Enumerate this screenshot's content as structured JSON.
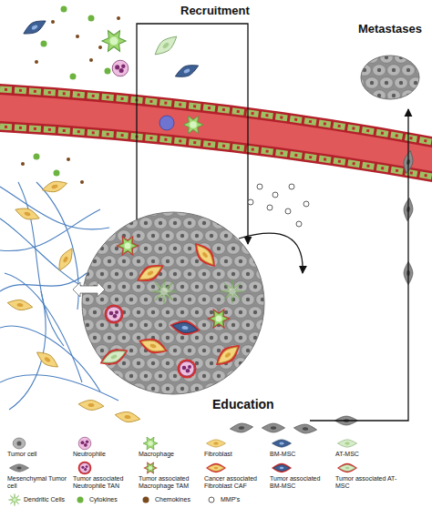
{
  "diagram": {
    "nodes": [
      {
        "text": [
          "Education"
        ]
      },
      {
        "text": [
          "Metastases"
        ]
      }
    ],
    "edges": [
      {
        "from": 0,
        "to": 1,
        "arrow": "to"
      }
    ],
    "labels": [
      "Recruitment"
    ],
    "legend": [
      {
        "text": "Tumor cell"
      },
      {
        "text": "Neutrophile"
      },
      {
        "text": "Macrophage"
      },
      {
        "text": "Fibroblast"
      },
      {
        "text": "BM-MSC"
      },
      {
        "text": "AT-MSC"
      },
      {
        "text": "Mesenchymal Tumor cell"
      },
      {
        "text": "Tumor associated Neutrophile TAN"
      },
      {
        "text": "Tumor associated Macrophage TAM"
      },
      {
        "text": "Cancer associated Fibroblast CAF"
      },
      {
        "text": "Tumor associated BM-MSC"
      },
      {
        "text": "Tumor associated AT-MSC"
      },
      {
        "text": "Dendritic Cells"
      },
      {
        "text": "Cytokines",
        "color": "#6cb33f"
      },
      {
        "text": "Chemokines",
        "color": "#7a4a1f"
      },
      {
        "text": "MMP's"
      }
    ]
  }
}
